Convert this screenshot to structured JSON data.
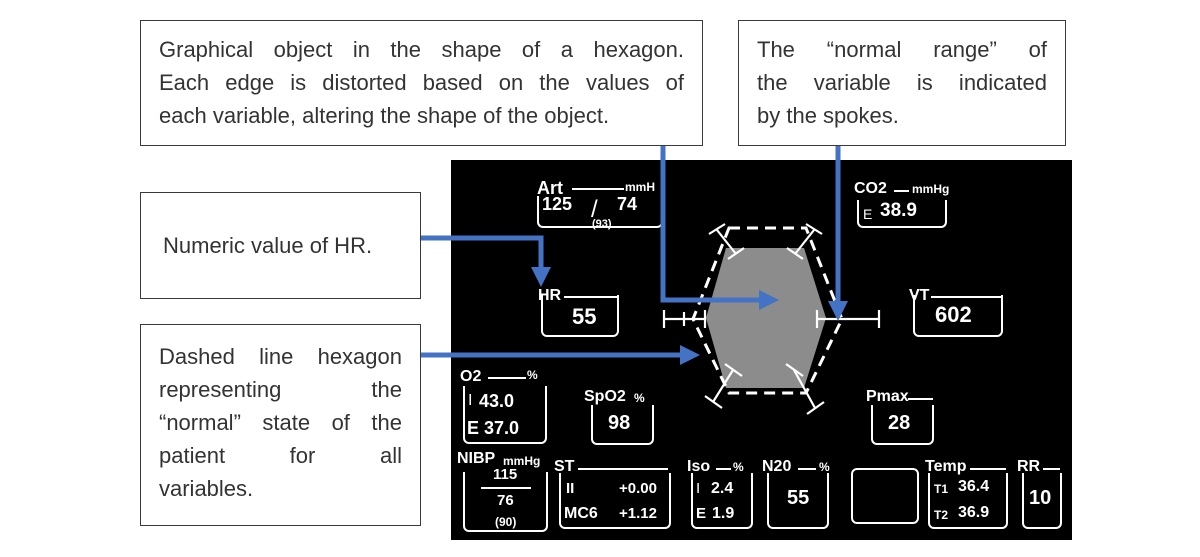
{
  "callouts": {
    "hexagon": {
      "lines": [
        "Graphical object in the shape of a hexagon.",
        "Each edge is distorted based on the values of",
        "each variable, altering the shape of the object."
      ]
    },
    "normal_range": {
      "lines": [
        "The “normal range” of",
        "the variable is indicated",
        "by the spokes."
      ]
    },
    "hr": {
      "text": "Numeric value of HR."
    },
    "dashed": {
      "lines": [
        "Dashed line hexagon",
        "representing the",
        "“normal” state of the",
        "patient for all",
        "variables."
      ]
    }
  },
  "monitor": {
    "art": {
      "label": "Art",
      "unit": "mmH",
      "systolic": "125",
      "separator": "/",
      "diastolic": "74",
      "mean": "(93)"
    },
    "co2": {
      "label": "CO2",
      "unit": "mmHg",
      "prefix": "E",
      "value": "38.9"
    },
    "hr": {
      "label": "HR",
      "value": "55"
    },
    "vt": {
      "label": "VT",
      "value": "602"
    },
    "o2": {
      "label": "O2",
      "unit": "%",
      "insp_prefix": "I",
      "insp": "43.0",
      "exp_prefix": "E",
      "exp": "37.0"
    },
    "spo2": {
      "label": "SpO2",
      "unit": "%",
      "value": "98"
    },
    "pmax": {
      "label": "Pmax",
      "value": "28"
    },
    "nibp": {
      "label": "NIBP",
      "unit": "mmHg",
      "systolic": "115",
      "diastolic": "76",
      "mean": "(90)"
    },
    "st": {
      "label": "ST",
      "lead1": "II",
      "val1": "+0.00",
      "lead2": "MC6",
      "val2": "+1.12"
    },
    "iso": {
      "label": "Iso",
      "unit": "%",
      "insp_prefix": "I",
      "insp": "2.4",
      "exp_prefix": "E",
      "exp": "1.9"
    },
    "n2o": {
      "label": "N20",
      "unit": "%",
      "value": "55"
    },
    "temp": {
      "label": "Temp",
      "t1_label": "T1",
      "t1": "36.4",
      "t2_label": "T2",
      "t2": "36.9"
    },
    "rr": {
      "label": "RR",
      "value": "10"
    }
  },
  "colors": {
    "arrow": "#4472c4",
    "monitor_bg": "#000000",
    "polygon_fill": "#8c8c8c",
    "foreground": "#ffffff",
    "callout_border": "#3a3a3a"
  }
}
